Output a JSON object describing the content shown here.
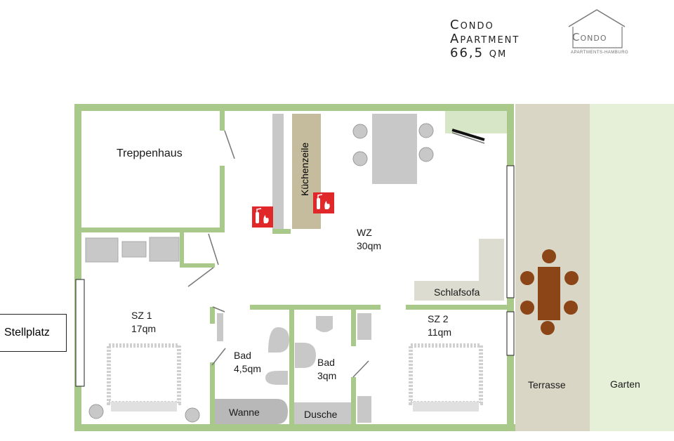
{
  "header": {
    "title_line1": "Condo",
    "title_line2": "Apartment",
    "title_line3": "66,5 qm",
    "logo_word": "Condo",
    "logo_sub": "APARTMENTS-HAMBURG"
  },
  "rooms": {
    "treppenhaus": "Treppenhaus",
    "kuechenzeile": "Küchenzeile",
    "wz_name": "WZ",
    "wz_area": "30qm",
    "schlafsofa": "Schlafsofa",
    "sz1_name": "SZ 1",
    "sz1_area": "17qm",
    "bad1_name": "Bad",
    "bad1_area": "4,5qm",
    "bad2_name": "Bad",
    "bad2_area": "3qm",
    "sz2_name": "SZ 2",
    "sz2_area": "11qm",
    "wanne": "Wanne",
    "dusche": "Dusche",
    "terrasse": "Terrasse",
    "garten": "Garten",
    "stellplatz": "Stellplatz"
  },
  "colors": {
    "wall": "#a9c98a",
    "terrace": "#d9d6c6",
    "garden": "#e6f0d8",
    "furniture_gray": "#c8c8c8",
    "kitchen": "#c4bc9c",
    "table_brown": "#8b4517",
    "fire_red": "#e0282b"
  },
  "icons": [
    "fire-extinguisher-icon",
    "fire-extinguisher-icon",
    "logo-roof-icon"
  ]
}
